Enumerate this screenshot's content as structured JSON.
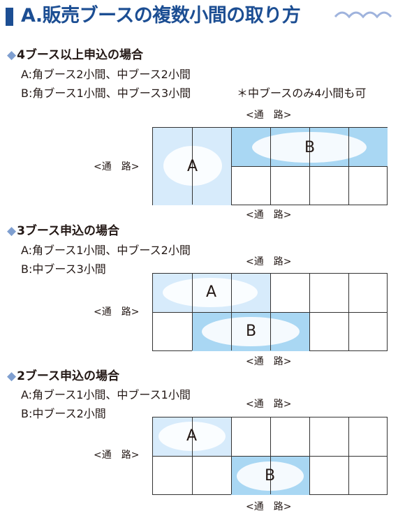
{
  "title": "A.販売ブースの複数小間の取り方",
  "colors": {
    "title": "#1c4e93",
    "fill_light": "#d7ebfb",
    "fill_dark": "#a9d7f3",
    "diamond": "#7f9fd0"
  },
  "road_label": "<通　路>",
  "sections": [
    {
      "heading": "◆4ブース以上申込の場合",
      "line_a": "A:角ブース2小間、中ブース2小間",
      "line_b": "B:角ブース1小間、中ブース3小間",
      "note": "＊中ブースのみ4小間も可",
      "label_a": "A",
      "label_b": "B"
    },
    {
      "heading": "◆3ブース申込の場合",
      "line_a": "A:角ブース1小間、中ブース2小間",
      "line_b": "B:中ブース3小間",
      "label_a": "A",
      "label_b": "B"
    },
    {
      "heading": "◆2ブース申込の場合",
      "line_a": "A:角ブース1小間、中ブース1小間",
      "line_b": "B:中ブース2小間",
      "label_a": "A",
      "label_b": "B"
    }
  ]
}
